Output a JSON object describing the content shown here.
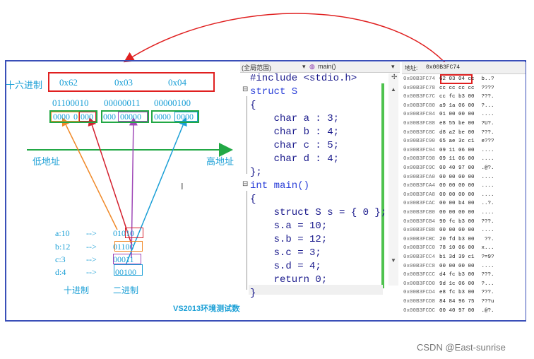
{
  "hex": {
    "label": "十六进制",
    "values": [
      "0x62",
      "0x03",
      "0x04"
    ]
  },
  "binary_top": [
    "01100010",
    "00000011",
    "00000100"
  ],
  "cells": [
    [
      "0000",
      "0",
      "000"
    ],
    [
      "000",
      "00000",
      ""
    ],
    [
      "0000",
      "0000",
      ""
    ]
  ],
  "axis": {
    "low": "低地址",
    "high": "高地址"
  },
  "assign": [
    {
      "name": "a:10",
      "arrow": "-->",
      "bin": "01010"
    },
    {
      "name": "b:12",
      "arrow": "-->",
      "bin": "01100"
    },
    {
      "name": "c:3",
      "arrow": "-->",
      "bin": "00011"
    },
    {
      "name": "d:4",
      "arrow": "-->",
      "bin": "00100"
    }
  ],
  "labels": {
    "decimal": "十进制",
    "binary": "二进制",
    "caption": "VS2013环境测试数据",
    "cursor": "I"
  },
  "code_header": {
    "scope": "(全局范围)",
    "func": "main()"
  },
  "code_lines": [
    "#include <stdio.h>",
    "struct S",
    "{",
    "    char a : 3;",
    "    char b : 4;",
    "    char c : 5;",
    "    char d : 4;",
    "};",
    "int main()",
    "{",
    "    struct S s = { 0 };",
    "    s.a = 10;",
    "    s.b = 12;",
    "    s.c = 3;",
    "    s.d = 4;",
    "    return 0;",
    "}"
  ],
  "memory": {
    "address_label": "地址:",
    "address_value": "0x00B3FC74",
    "rows": [
      [
        "0x00B3FC74",
        "62 03 04 cc",
        "b..?"
      ],
      [
        "0x00B3FC78",
        "cc cc cc cc",
        "????"
      ],
      [
        "0x00B3FC7C",
        "cc fc b3 00",
        "???."
      ],
      [
        "0x00B3FC80",
        "a9 1a 06 00",
        "?..."
      ],
      [
        "0x00B3FC84",
        "01 00 00 00",
        "...."
      ],
      [
        "0x00B3FC88",
        "e8 55 be 00",
        "?U?."
      ],
      [
        "0x00B3FC8C",
        "d8 a2 be 00",
        "???."
      ],
      [
        "0x00B3FC90",
        "65 ae 3c c1",
        "e???"
      ],
      [
        "0x00B3FC94",
        "09 11 06 00",
        "...."
      ],
      [
        "0x00B3FC98",
        "09 11 06 00",
        "...."
      ],
      [
        "0x00B3FC9C",
        "00 40 97 00",
        ".@?."
      ],
      [
        "0x00B3FCA0",
        "00 00 00 00",
        "...."
      ],
      [
        "0x00B3FCA4",
        "00 00 00 00",
        "...."
      ],
      [
        "0x00B3FCA8",
        "00 00 00 00",
        "...."
      ],
      [
        "0x00B3FCAC",
        "00 00 b4 00",
        "..?."
      ],
      [
        "0x00B3FCB0",
        "00 00 00 00",
        "...."
      ],
      [
        "0x00B3FCB4",
        "90 fc b3 00",
        "???."
      ],
      [
        "0x00B3FCB8",
        "00 00 00 00",
        "...."
      ],
      [
        "0x00B3FCBC",
        "20 fd b3 00",
        " ??."
      ],
      [
        "0x00B3FCC0",
        "78 10 06 00",
        "x..."
      ],
      [
        "0x00B3FCC4",
        "b1 3d 39 c1",
        "?=9?"
      ],
      [
        "0x00B3FCC8",
        "00 00 00 00",
        "...."
      ],
      [
        "0x00B3FCCC",
        "d4 fc b3 00",
        "???."
      ],
      [
        "0x00B3FCD0",
        "9d 1c 06 00",
        "?..."
      ],
      [
        "0x00B3FCD4",
        "e8 fc b3 00",
        "???."
      ],
      [
        "0x00B3FCD8",
        "84 84 96 75",
        "???u"
      ],
      [
        "0x00B3FCDC",
        "00 40 97 00",
        ".@?."
      ]
    ]
  },
  "watermark": "CSDN @East-sunrise"
}
